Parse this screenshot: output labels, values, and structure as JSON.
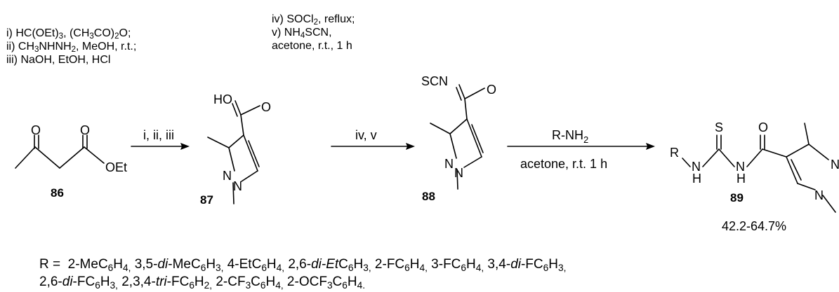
{
  "conditions": {
    "step1": [
      "i) HC(OEt)₃, (CH₃CO)₂O;",
      "ii) CH₃NHNH₂, MeOH, r.t.;",
      "iii) NaOH, EtOH, HCl"
    ],
    "step2": [
      "iv) SOCl₂, reflux;",
      "v) NH₄SCN,",
      "acetone, r.t., 1 h"
    ]
  },
  "arrows": {
    "a1_label": "i, ii, iii",
    "a2_label": "iv, v",
    "a3_top": "R-NH₂",
    "a3_bottom": "acetone, r.t. 1 h"
  },
  "compounds": {
    "c86": "86",
    "c87": "87",
    "c88": "88",
    "c89": "89"
  },
  "atoms": {
    "O": "O",
    "OEt": "OEt",
    "HO": "HO",
    "N": "N",
    "SCN": "SCN",
    "S": "S",
    "R": "R",
    "H": "H"
  },
  "yield": "42.2-64.7%",
  "substituents": {
    "prefix": "R = ",
    "line1": [
      [
        "2-MeC",
        "6",
        "H",
        "4",
        ""
      ],
      [
        "3,5-",
        "di",
        "-MeC",
        "6",
        "H",
        "3",
        ""
      ],
      [
        "4-EtC",
        "6",
        "H",
        "4",
        ""
      ],
      [
        "2,6-",
        "di-Et",
        "C",
        "6",
        "H",
        "3",
        ""
      ],
      [
        "2-FC",
        "6",
        "H",
        "4",
        ""
      ],
      [
        "3-FC",
        "6",
        "H",
        "4",
        ""
      ],
      [
        "3,4-",
        "di",
        "-FC",
        "6",
        "H",
        "3",
        ""
      ]
    ],
    "items": [
      "2-MeC₆H₄",
      "3,5-di-MeC₆H₃",
      "4-EtC₆H₄",
      "2,6-di-EtC₆H₃",
      "2-FC₆H₄",
      "3-FC₆H₄",
      "3,4-di-FC₆H₃",
      "2,6-di-FC₆H₃",
      "2,3,4-tri-FC₆H₂",
      "2-CF₃C₆H₄",
      "2-OCF₃C₆H₄"
    ]
  }
}
